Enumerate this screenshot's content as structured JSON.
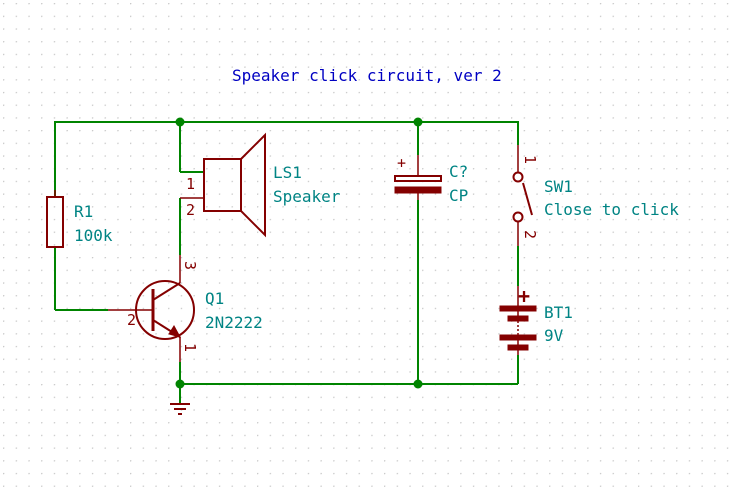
{
  "title": "Speaker click circuit, ver 2",
  "colors": {
    "wire": "#008400",
    "symbol": "#840000",
    "reference_text": "#008484",
    "title_text": "#0000c2",
    "grid_dot": "#c8c8c8",
    "background": "#ffffff"
  },
  "components": {
    "r1": {
      "ref": "R1",
      "value": "100k"
    },
    "ls1": {
      "ref": "LS1",
      "value": "Speaker",
      "pins": [
        "1",
        "2"
      ]
    },
    "c": {
      "ref": "C?",
      "value": "CP",
      "polarity": "+"
    },
    "sw1": {
      "ref": "SW1",
      "value": "Close to click",
      "pins": [
        "1",
        "2"
      ]
    },
    "bt1": {
      "ref": "BT1",
      "value": "9V",
      "polarity": "+"
    },
    "q1": {
      "ref": "Q1",
      "value": "2N2222",
      "pins": [
        "3",
        "2",
        "1"
      ]
    }
  }
}
